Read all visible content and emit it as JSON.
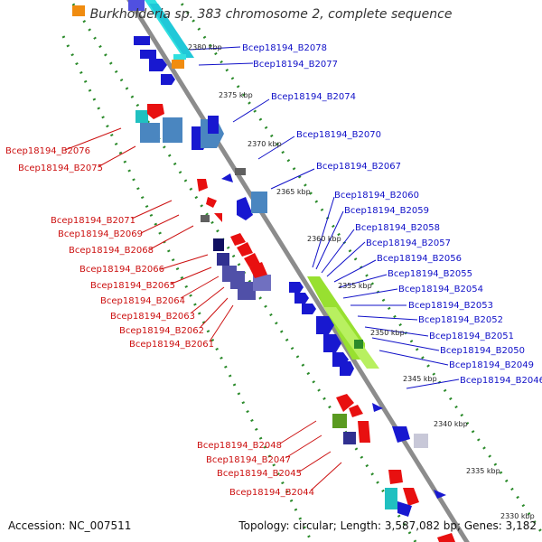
{
  "title": "Burkholderia sp. 383 chromosome 2, complete sequence",
  "footer": {
    "accession": "Accession: NC_007511",
    "topology": "Topology: circular; Length: 3,587,082 bp; Genes: 3,182"
  },
  "colors": {
    "forward_label": "#1010c8",
    "reverse_label": "#cc1010",
    "backbone": "#8c8c8c",
    "tick_dots": "#2a8a2a"
  },
  "ticks": [
    "2380 kbp",
    "2375 kbp",
    "2370 kbp",
    "2365 kbp",
    "2360 kbp",
    "2355 kbp",
    "2350 kbp",
    "2345 kbp",
    "2340 kbp",
    "2335 kbp",
    "2330 kbp"
  ],
  "forward_labels": [
    "Bcep18194_B2078",
    "Bcep18194_B2077",
    "Bcep18194_B2074",
    "Bcep18194_B2070",
    "Bcep18194_B2067",
    "Bcep18194_B2060",
    "Bcep18194_B2059",
    "Bcep18194_B2058",
    "Bcep18194_B2057",
    "Bcep18194_B2056",
    "Bcep18194_B2055",
    "Bcep18194_B2054",
    "Bcep18194_B2053",
    "Bcep18194_B2052",
    "Bcep18194_B2051",
    "Bcep18194_B2050",
    "Bcep18194_B2049",
    "Bcep18194_B2046"
  ],
  "reverse_labels": [
    "Bcep18194_B2076",
    "Bcep18194_B2075",
    "Bcep18194_B2071",
    "Bcep18194_B2069",
    "Bcep18194_B2068",
    "Bcep18194_B2066",
    "Bcep18194_B2065",
    "Bcep18194_B2064",
    "Bcep18194_B2063",
    "Bcep18194_B2062",
    "Bcep18194_B2061",
    "Bcep18194_B2048",
    "Bcep18194_B2047",
    "Bcep18194_B2045",
    "Bcep18194_B2044"
  ]
}
